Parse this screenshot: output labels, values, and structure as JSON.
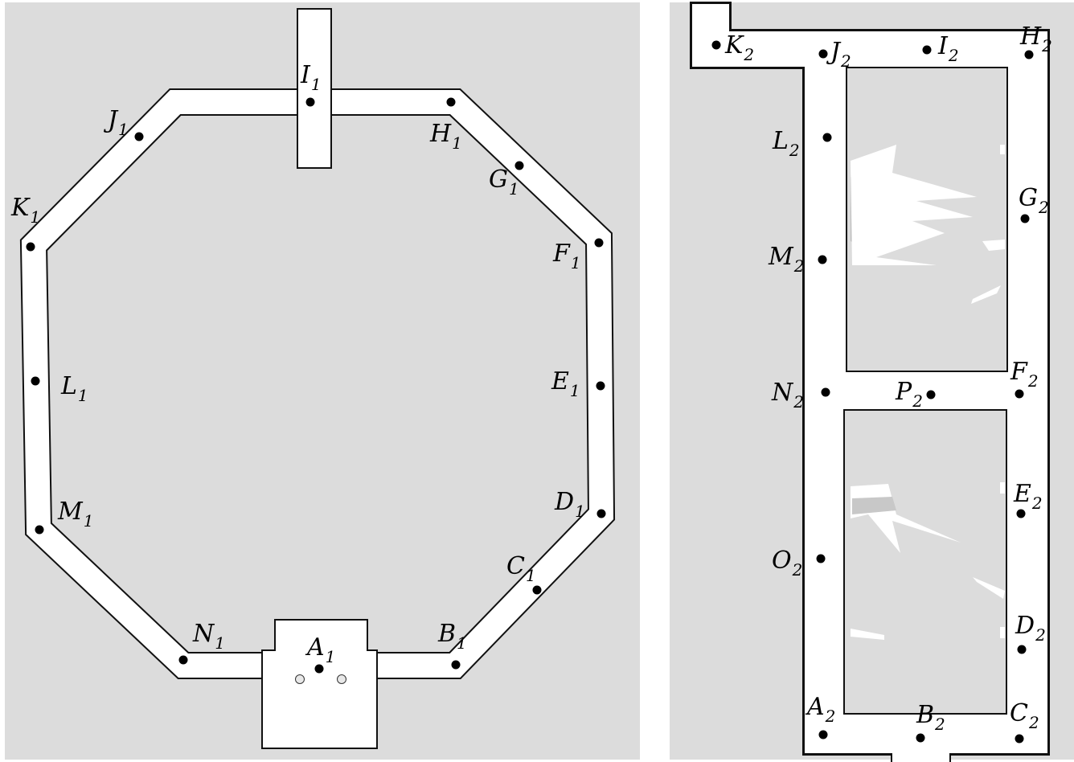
{
  "colors": {
    "unknown": "#dcdcdc",
    "free": "#ffffff",
    "wall": "#111111",
    "waypoint": "#000000",
    "subgrid": "#d0d0d0"
  },
  "maps": [
    {
      "id": "map1",
      "waypoints": [
        {
          "id": "A1",
          "base": "A",
          "sub": "1"
        },
        {
          "id": "B1",
          "base": "B",
          "sub": "1"
        },
        {
          "id": "C1",
          "base": "C",
          "sub": "1"
        },
        {
          "id": "D1",
          "base": "D",
          "sub": "1"
        },
        {
          "id": "E1",
          "base": "E",
          "sub": "1"
        },
        {
          "id": "F1",
          "base": "F",
          "sub": "1"
        },
        {
          "id": "G1",
          "base": "G",
          "sub": "1"
        },
        {
          "id": "H1",
          "base": "H",
          "sub": "1"
        },
        {
          "id": "I1",
          "base": "I",
          "sub": "1"
        },
        {
          "id": "J1",
          "base": "J",
          "sub": "1"
        },
        {
          "id": "K1",
          "base": "K",
          "sub": "1"
        },
        {
          "id": "L1",
          "base": "L",
          "sub": "1"
        },
        {
          "id": "M1",
          "base": "M",
          "sub": "1"
        },
        {
          "id": "N1",
          "base": "N",
          "sub": "1"
        }
      ]
    },
    {
      "id": "map2",
      "waypoints": [
        {
          "id": "A2",
          "base": "A",
          "sub": "2"
        },
        {
          "id": "B2",
          "base": "B",
          "sub": "2"
        },
        {
          "id": "C2",
          "base": "C",
          "sub": "2"
        },
        {
          "id": "D2",
          "base": "D",
          "sub": "2"
        },
        {
          "id": "E2",
          "base": "E",
          "sub": "2"
        },
        {
          "id": "F2",
          "base": "F",
          "sub": "2"
        },
        {
          "id": "G2",
          "base": "G",
          "sub": "2"
        },
        {
          "id": "H2",
          "base": "H",
          "sub": "2"
        },
        {
          "id": "I2",
          "base": "I",
          "sub": "2"
        },
        {
          "id": "J2",
          "base": "J",
          "sub": "2"
        },
        {
          "id": "K2",
          "base": "K",
          "sub": "2"
        },
        {
          "id": "L2",
          "base": "L",
          "sub": "2"
        },
        {
          "id": "M2",
          "base": "M",
          "sub": "2"
        },
        {
          "id": "N2",
          "base": "N",
          "sub": "2"
        },
        {
          "id": "O2",
          "base": "O",
          "sub": "2"
        },
        {
          "id": "P2",
          "base": "P",
          "sub": "2"
        }
      ]
    }
  ]
}
